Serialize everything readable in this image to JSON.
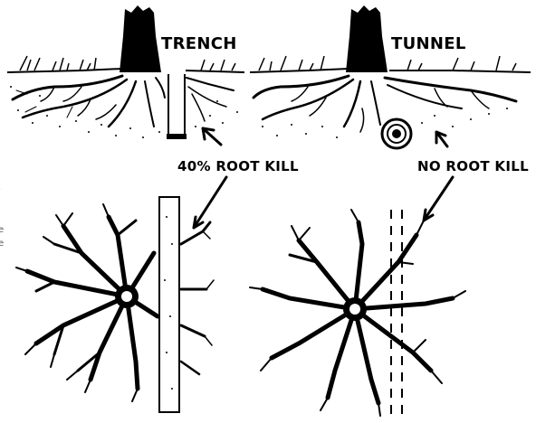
{
  "labels": {
    "trench": "TRENCH",
    "tunnel": "TUNNEL",
    "trench_result": "40% ROOT KILL",
    "tunnel_result": "NO ROOT KILL"
  },
  "edge_fragments": {
    "line1": "·",
    "line2": "e",
    "line3": "e"
  },
  "colors": {
    "ink": "#000000",
    "paper": "#ffffff"
  }
}
